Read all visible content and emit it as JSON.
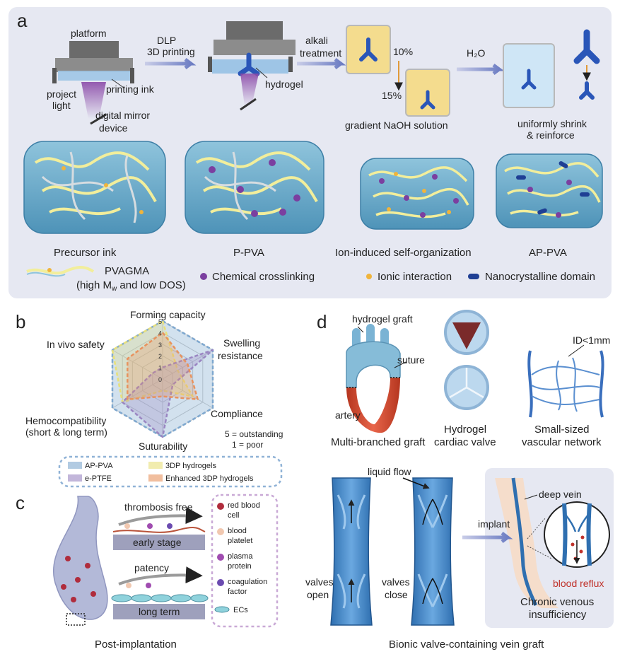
{
  "panel_a": {
    "letter": "a",
    "step1": {
      "platform": "platform",
      "printing_ink": "printing ink",
      "project_light_1": "project",
      "project_light_2": "light",
      "mirror_1": "digital mirror",
      "mirror_2": "device"
    },
    "arrow1_1": "DLP",
    "arrow1_2": "3D printing",
    "step2": {
      "hydrogel": "hydrogel"
    },
    "arrow2_1": "alkali",
    "arrow2_2": "treatment",
    "step3": {
      "pct_top": "10%",
      "pct_bottom": "15%",
      "caption": "gradient NaOH solution"
    },
    "arrow3": "H₂O",
    "step4": {
      "caption_1": "uniformly shrink",
      "caption_2": "& reinforce"
    },
    "cubes": [
      "Precursor ink",
      "P-PVA",
      "Ion-induced self-organization",
      "AP-PVA"
    ],
    "legend": {
      "pvagma_1": "PVAGMA",
      "pvagma_2": "(high M",
      "pvagma_sub": "w",
      "pvagma_3": " and low DOS)",
      "chem": "Chemical crosslinking",
      "ionic": "Ionic interaction",
      "nano": "Nanocrystalline domain"
    }
  },
  "panel_b": {
    "letter": "b",
    "axes": [
      "Forming capacity",
      "Swelling",
      "resistance",
      "Compliance",
      "Suturability",
      "Hemocompatibility",
      "(short & long term)",
      "In vivo safety"
    ],
    "scale_note_1": "5 = outstanding",
    "scale_note_2": "1 = poor",
    "ticks": [
      "0",
      "1",
      "2",
      "3",
      "4",
      "5"
    ],
    "legend": [
      "AP-PVA",
      "3DP hydrogels",
      "e-PTFE",
      "Enhanced 3DP hydrogels"
    ],
    "colors": {
      "ap_pva": "#7fa8cf",
      "three_dp": "#e8e07a",
      "eptfe": "#9a86c2",
      "enhanced": "#e8925e"
    }
  },
  "chart_data": {
    "type": "radar",
    "axes": [
      "Forming capacity",
      "Swelling resistance",
      "Compliance",
      "Suturability",
      "Hemocompatibility (short & long term)",
      "In vivo safety"
    ],
    "range": [
      0,
      5
    ],
    "series": [
      {
        "name": "AP-PVA",
        "values": [
          5,
          5,
          5,
          5,
          5,
          5
        ]
      },
      {
        "name": "3DP hydrogels",
        "values": [
          5,
          1.5,
          3,
          1,
          4,
          5
        ]
      },
      {
        "name": "e-PTFE",
        "values": [
          1,
          5,
          1,
          5,
          4,
          1
        ]
      },
      {
        "name": "Enhanced 3DP hydrogels",
        "values": [
          4,
          2.5,
          3.5,
          1.5,
          3.5,
          3.5
        ]
      }
    ]
  },
  "panel_c": {
    "letter": "c",
    "top_label": "thrombosis free",
    "top_stage": "early stage",
    "bottom_label": "patency",
    "bottom_stage": "long term",
    "legend": [
      "red blood",
      "cell",
      "blood",
      "platelet",
      "plasma",
      "protein",
      "coagulation",
      "factor",
      "ECs"
    ],
    "caption": "Post-implantation"
  },
  "panel_d": {
    "letter": "d",
    "graft": {
      "hydrogel_graft": "hydrogel graft",
      "suture": "suture",
      "artery": "artery",
      "caption": "Multi-branched graft"
    },
    "valve": {
      "caption_1": "Hydrogel",
      "caption_2": "cardiac valve"
    },
    "network": {
      "id": "ID<1mm",
      "caption_1": "Small-sized",
      "caption_2": "vascular network"
    },
    "vein": {
      "liquid_flow": "liquid flow",
      "open_1": "valves",
      "open_2": "open",
      "close_1": "valves",
      "close_2": "close",
      "implant": "implant",
      "deep_vein": "deep vein",
      "reflux": "blood reflux",
      "cvi_1": "Chronic venous",
      "cvi_2": "insufficiency"
    },
    "caption": "Bionic valve-containing vein graft"
  }
}
